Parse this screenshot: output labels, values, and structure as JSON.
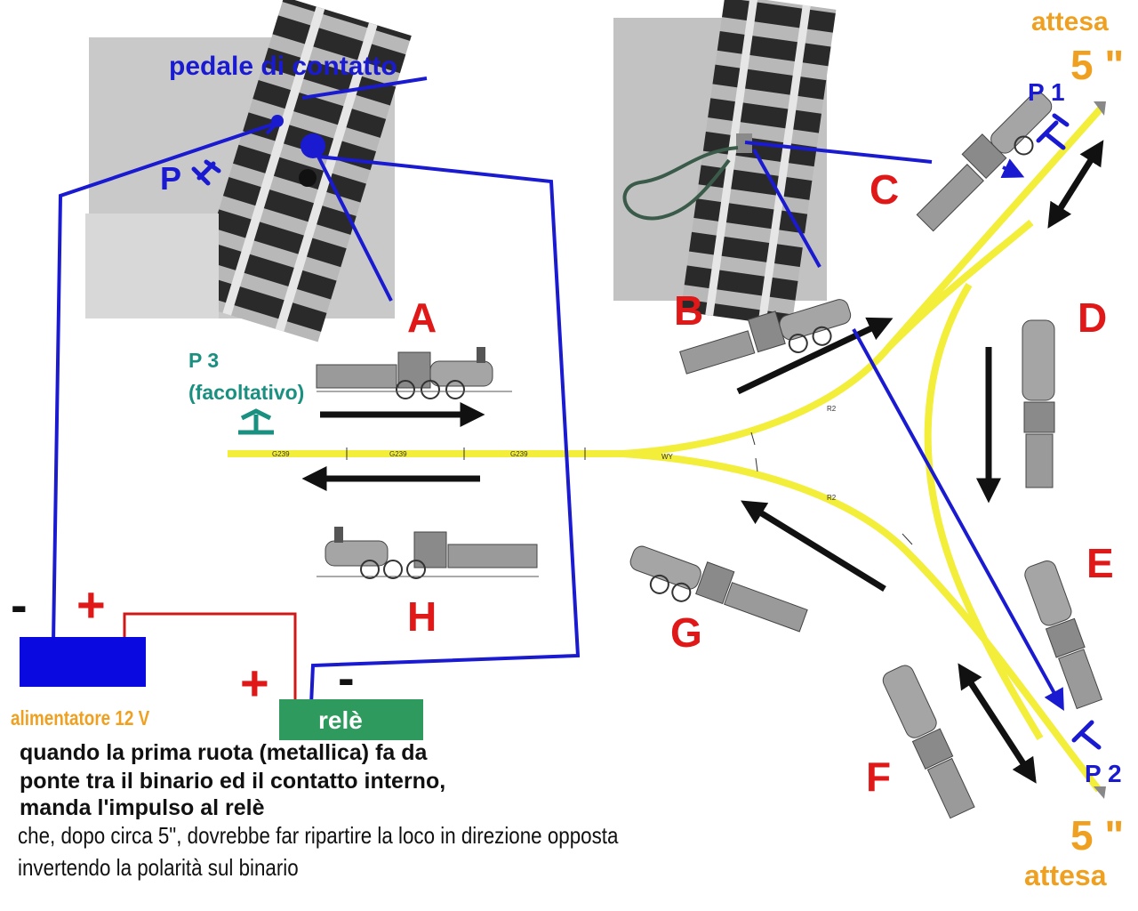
{
  "labels": {
    "pedale": "pedale di contatto",
    "p_left": "P",
    "p1": "P 1",
    "p2": "P 2",
    "p3": "P 3",
    "facoltativo": "(facoltativo)",
    "a": "A",
    "b": "B",
    "c": "C",
    "d": "D",
    "e": "E",
    "f": "F",
    "g": "G",
    "h": "H",
    "attesa_top": "attesa",
    "wait_top": "5 \"",
    "attesa_bottom": "attesa",
    "wait_bottom": "5 \"",
    "minus_left": "-",
    "plus_left": "+",
    "plus_rele": "+",
    "minus_rele": "-",
    "alimentatore": "alimentatore 12 V",
    "rele": "relè",
    "track_a": "G239",
    "track_b": "G239",
    "track_c": "G239",
    "track_y": "WY",
    "track_r2a": "R2",
    "track_r2b": "R2"
  },
  "notes": {
    "line1": "quando la prima ruota (metallica) fa da",
    "line2": "ponte tra il binario ed il contatto interno,",
    "line3": "manda l'impulso al relè",
    "line4": "che, dopo circa 5\", dovrebbe far ripartire la loco in direzione opposta",
    "line5": "invertendo la polarità sul binario"
  },
  "colors": {
    "wire_blue": "#1a1ad0",
    "wire_red": "#d01818",
    "track_yellow": "#f2ee3a",
    "label_red": "#e01818",
    "label_orange": "#f0a020",
    "rele_green": "#2e9a5e",
    "psu_blue": "#0a0ae0",
    "teal": "#1a9080"
  }
}
